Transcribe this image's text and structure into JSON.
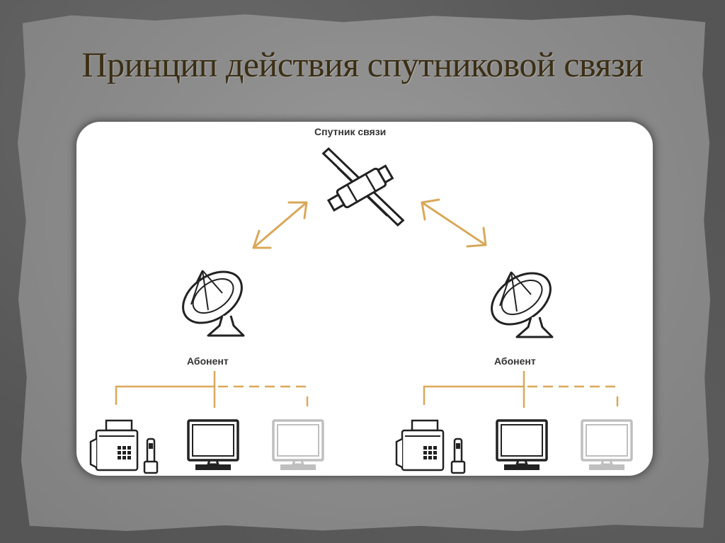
{
  "title": "Принцип действия спутниковой связи",
  "diagram": {
    "satellite_label": "Спутник связи",
    "subscriber_left_label": "Абонент",
    "subscriber_right_label": "Абонент"
  },
  "colors": {
    "title": "#3b2e14",
    "link_line": "#d9a85a",
    "device_stroke": "#222222",
    "device_faded": "#bfbfbf"
  },
  "icons": [
    "satellite-icon",
    "dish-antenna-icon",
    "fax-icon",
    "handset-icon",
    "monitor-icon",
    "double-arrow-icon"
  ]
}
